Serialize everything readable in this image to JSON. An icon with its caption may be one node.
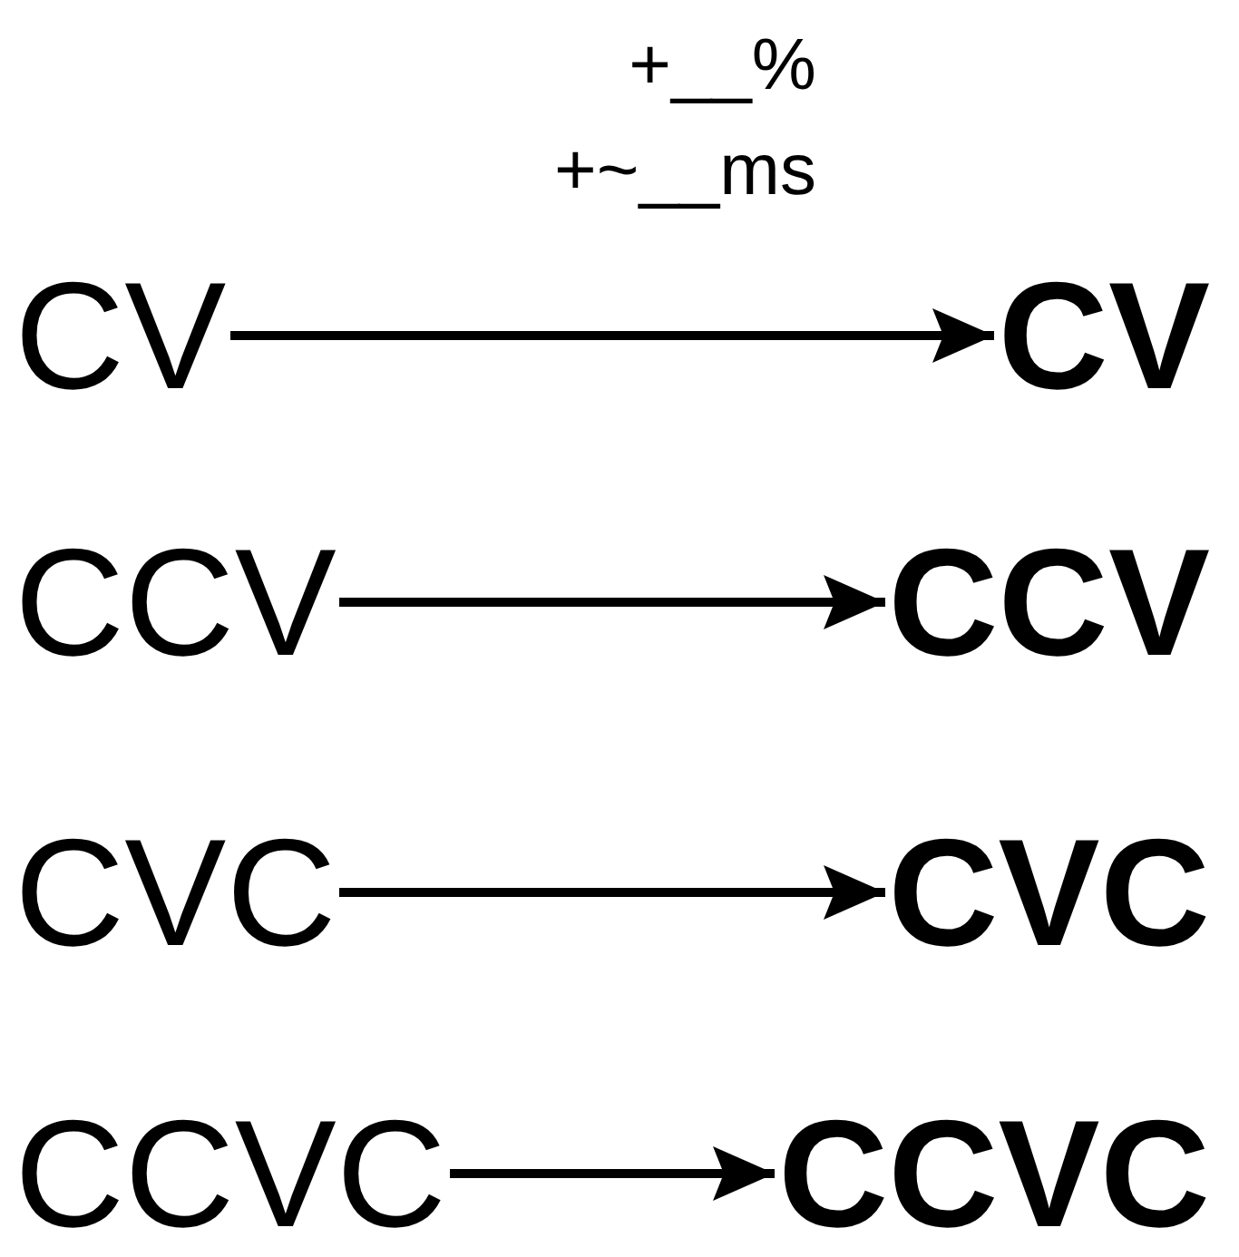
{
  "diagram": {
    "nodes": [
      {
        "text": [
          "CV"
        ]
      },
      {
        "text": [
          "CV"
        ]
      },
      {
        "text": [
          "CCV"
        ]
      },
      {
        "text": [
          "CCV"
        ]
      },
      {
        "text": [
          "CVC"
        ]
      },
      {
        "text": [
          "CVC"
        ]
      },
      {
        "text": [
          "CCVC"
        ]
      },
      {
        "text": [
          "CCVC"
        ]
      }
    ],
    "edges": [
      {
        "from": 0,
        "to": 1,
        "arrow": "to"
      },
      {
        "from": 2,
        "to": 3,
        "arrow": "to"
      },
      {
        "from": 4,
        "to": 5,
        "arrow": "to"
      },
      {
        "from": 6,
        "to": 7,
        "arrow": "to"
      }
    ],
    "labels": [
      "+__%",
      "+~__ms"
    ]
  }
}
